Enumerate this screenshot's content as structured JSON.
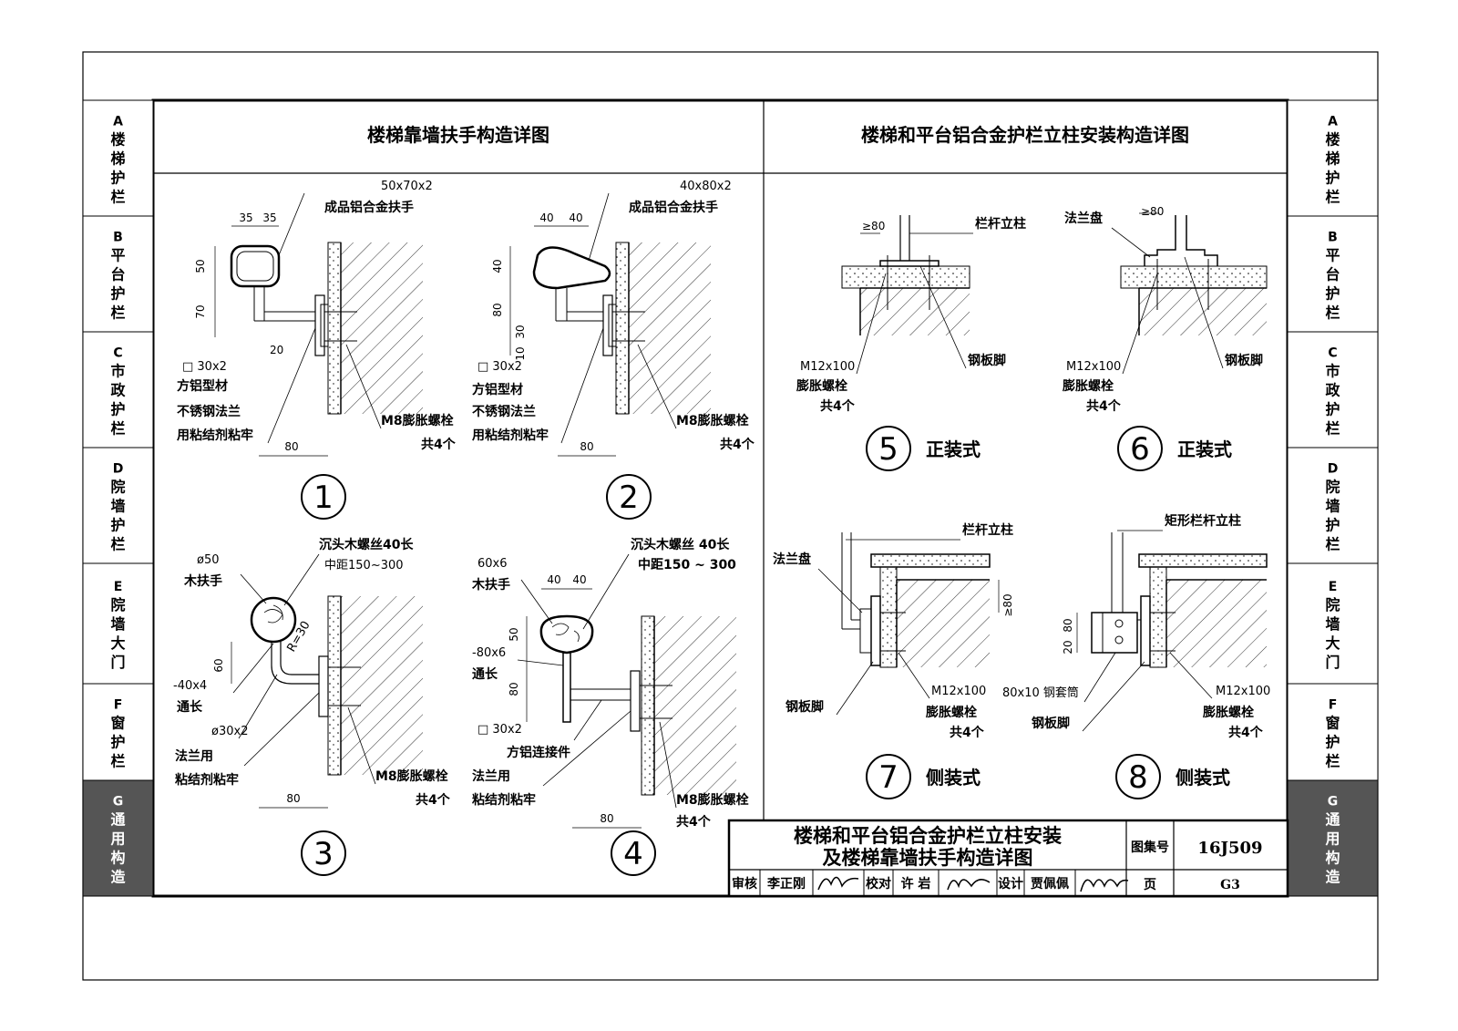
{
  "side_tabs": [
    {
      "letter": "A",
      "label": "楼梯护栏"
    },
    {
      "letter": "B",
      "label": "平台护栏"
    },
    {
      "letter": "C",
      "label": "市政护栏"
    },
    {
      "letter": "D",
      "label": "院墙护栏"
    },
    {
      "letter": "E",
      "label": "院墙大门"
    },
    {
      "letter": "F",
      "label": "窗护栏"
    },
    {
      "letter": "G",
      "label": "通用构造"
    }
  ],
  "active_tab_color": "#555555",
  "headings": {
    "left": "楼梯靠墙扶手构造详图",
    "right": "楼梯和平台铝合金护栏立柱安装构造详图"
  },
  "details": {
    "d1": {
      "num": "1",
      "section": "50x70x2",
      "rail": "成品铝合金扶手",
      "dims": [
        "35",
        "35",
        "50",
        "70",
        "20",
        "80"
      ],
      "tube": "□ 30x2",
      "tube_name": "方铝型材",
      "flange": "不锈钢法兰",
      "glue": "用粘结剂粘牢",
      "bolt": "M8膨胀螺栓",
      "count": "共4个"
    },
    "d2": {
      "num": "2",
      "section": "40x80x2",
      "rail": "成品铝合金扶手",
      "dims": [
        "40",
        "40",
        "40",
        "80",
        "30",
        "10",
        "80"
      ],
      "tube": "□ 30x2",
      "tube_name": "方铝型材",
      "flange": "不锈钢法兰",
      "glue": "用粘结剂粘牢",
      "bolt": "M8膨胀螺栓",
      "count": "共4个"
    },
    "d3": {
      "num": "3",
      "dia": "ø50",
      "rail": "木扶手",
      "screw": "沉头木螺丝40长",
      "spacing": "中距150~300",
      "radius": "R=30",
      "dims": [
        "60",
        "80"
      ],
      "flat": "-40x4",
      "flat2": "通长",
      "pipe": "ø30x2",
      "glue1": "法兰用",
      "glue2": "粘结剂粘牢",
      "bolt": "M8膨胀螺栓",
      "count": "共4个"
    },
    "d4": {
      "num": "4",
      "section": "60x6",
      "rail": "木扶手",
      "screw": "沉头木螺丝 40长",
      "spacing": "中距150 ~ 300",
      "dims": [
        "40",
        "40",
        "50",
        "80",
        "80"
      ],
      "flat": "-80x6",
      "flat2": "通长",
      "tube": "□ 30x2",
      "tube_name": "方铝连接件",
      "glue1": "法兰用",
      "glue2": "粘结剂粘牢",
      "bolt": "M8膨胀螺栓",
      "count": "共4个"
    },
    "d5": {
      "num": "5",
      "type": "正装式",
      "post": "栏杆立柱",
      "dim": "≥80",
      "bolt_spec": "M12x100",
      "bolt": "膨胀螺栓",
      "count": "共4个",
      "plate": "钢板脚"
    },
    "d6": {
      "num": "6",
      "type": "正装式",
      "flange": "法兰盘",
      "dim": "≥80",
      "bolt_spec": "M12x100",
      "bolt": "膨胀螺栓",
      "count": "共4个",
      "plate": "钢板脚"
    },
    "d7": {
      "num": "7",
      "type": "侧装式",
      "post": "栏杆立柱",
      "flange": "法兰盘",
      "dim": "≥80",
      "plate": "钢板脚",
      "bolt_spec": "M12x100",
      "bolt": "膨胀螺栓",
      "count": "共4个"
    },
    "d8": {
      "num": "8",
      "type": "侧装式",
      "post": "矩形栏杆立柱",
      "dim1": "20",
      "dim2": "80",
      "sleeve": "80x10 钢套筒",
      "plate": "钢板脚",
      "bolt_spec": "M12x100",
      "bolt": "膨胀螺栓",
      "count": "共4个"
    }
  },
  "title_block": {
    "title1": "楼梯和平台铝合金护栏立柱安装",
    "title2": "及楼梯靠墙扶手构造详图",
    "atlas_label": "图集号",
    "atlas_no": "16J509",
    "page_label": "页",
    "page_no": "G3",
    "review_label": "审核",
    "reviewer": "李正刚",
    "check_label": "校对",
    "checker": "许 岩",
    "design_label": "设计",
    "designer": "贾佩佩"
  }
}
